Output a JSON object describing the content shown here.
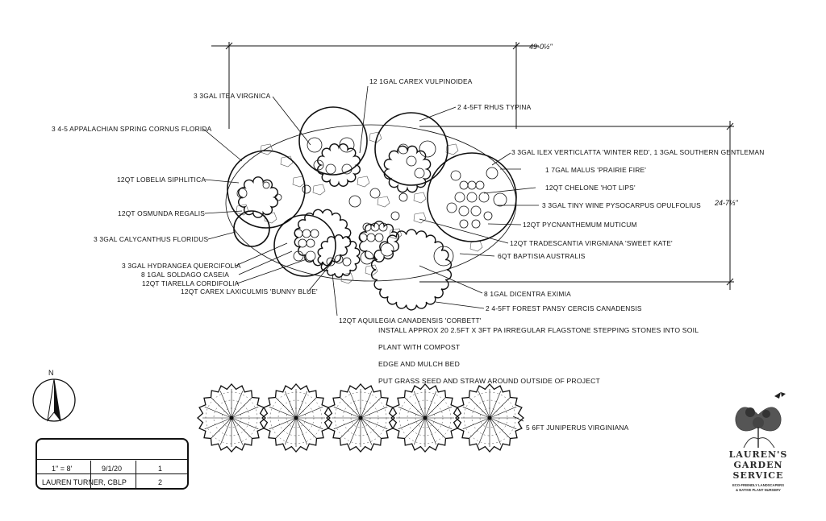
{
  "dimensions": {
    "width_label": "49-0½\"",
    "height_label": "24-7⅓\""
  },
  "plant_labels": [
    {
      "id": "carex-vulpinoidea",
      "text": "12 1GAL CAREX VULPINOIDEA"
    },
    {
      "id": "itea",
      "text": "3 3GAL ITEA VIRGNICA"
    },
    {
      "id": "rhus",
      "text": "2 4-5FT RHUS TYPINA"
    },
    {
      "id": "cornus",
      "text": "3 4-5 APPALACHIAN SPRING CORNUS FLORIDA"
    },
    {
      "id": "ilex",
      "text": "3 3GAL ILEX VERTICLATTA 'WINTER RED', 1 3GAL SOUTHERN GENTLEMAN"
    },
    {
      "id": "malus",
      "text": "1 7GAL MALUS 'PRAIRIE FIRE'"
    },
    {
      "id": "lobelia",
      "text": "12QT LOBELIA SIPHLITICA"
    },
    {
      "id": "chelone",
      "text": "12QT CHELONE 'HOT LIPS'"
    },
    {
      "id": "physocarpus",
      "text": "3 3GAL TINY WINE PYSOCARPUS OPULFOLIUS"
    },
    {
      "id": "osmunda",
      "text": "12QT OSMUNDA REGALIS"
    },
    {
      "id": "pycnanthemum",
      "text": "12QT PYCNANTHEMUM MUTICUM"
    },
    {
      "id": "calycanthus",
      "text": "3 3GAL CALYCANTHUS FLORIDUS"
    },
    {
      "id": "tradescantia",
      "text": "12QT TRADESCANTIA VIRGNIANA 'SWEET KATE'"
    },
    {
      "id": "baptisia",
      "text": "6QT BAPTISIA AUSTRALIS"
    },
    {
      "id": "hydrangea",
      "text": "3 3GAL HYDRANGEA QUERCIFOLIA"
    },
    {
      "id": "solidago",
      "text": "8 1GAL SOLDAGO CASEIA"
    },
    {
      "id": "tiarella",
      "text": "12QT TIARELLA CORDIFOLIA"
    },
    {
      "id": "carex-lax",
      "text": "12QT CAREX LAXICULMIS 'BUNNY BLUE'"
    },
    {
      "id": "dicentra",
      "text": "8 1GAL DICENTRA EXIMIA"
    },
    {
      "id": "cercis",
      "text": "2 4-5FT FOREST PANSY CERCIS CANADENSIS"
    },
    {
      "id": "aquilegia",
      "text": "12QT AQUILEGIA CANADENSIS 'CORBETT'"
    },
    {
      "id": "juniperus",
      "text": "5 6FT JUNIPERUS VIRGINIANA"
    }
  ],
  "notes": [
    "INSTALL APPROX 20 2.5FT X 3FT PA IRREGULAR FLAGSTONE STEPPING STONES INTO SOIL",
    "PLANT WITH COMPOST",
    "EDGE AND MULCH BED",
    "PUT GRASS SEED AND STRAW AROUND OUTSIDE OF PROJECT"
  ],
  "north_arrow": {
    "label": "N",
    "icon": "north-arrow-icon"
  },
  "title_block": {
    "scale": "1\" = 8'",
    "date": "9/1/20",
    "sheet_number": "1",
    "designer": "LAUREN TURNER, CBLP",
    "sheet_total": "2"
  },
  "logo": {
    "line1": "LAUREN'S",
    "line2": "GARDEN",
    "line3": "SERVICE",
    "tagline1": "ECO-FRIENDLY LANDSCAPERS",
    "tagline2": "& NATIVE PLANT NURSERY",
    "icon": "butterfly-flower-icon"
  },
  "colors": {
    "ink": "#111111",
    "logo_text": "#2b2b2b"
  }
}
